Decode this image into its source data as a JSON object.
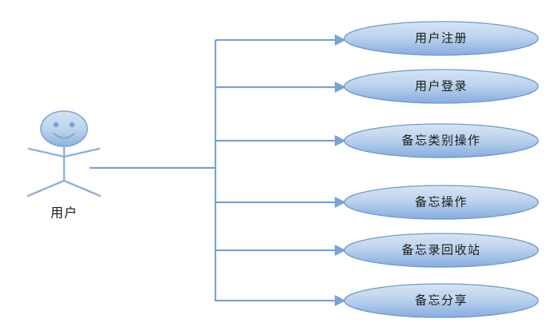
{
  "diagram": {
    "type": "uml-use-case-diagram",
    "background_color": "#ffffff",
    "actor": {
      "label": "用户",
      "stroke_color": "#7da7d1",
      "head_fill_top": "#cfdff0",
      "head_fill_bottom": "#8fb4da"
    },
    "connector": {
      "line_color": "#7ba3cf",
      "arrow_color": "#7ba3cf",
      "line_width": 2
    },
    "use_cases": [
      {
        "label": "用户注册"
      },
      {
        "label": "用户登录"
      },
      {
        "label": "备忘类别操作"
      },
      {
        "label": "备忘操作"
      },
      {
        "label": "备忘录回收站"
      },
      {
        "label": "备忘分享"
      }
    ],
    "ellipse_style": {
      "fill_top": "#cfe0f2",
      "fill_bottom": "#8aafd6",
      "stroke": "#6f9bc8",
      "stroke_width": 1.2
    }
  }
}
